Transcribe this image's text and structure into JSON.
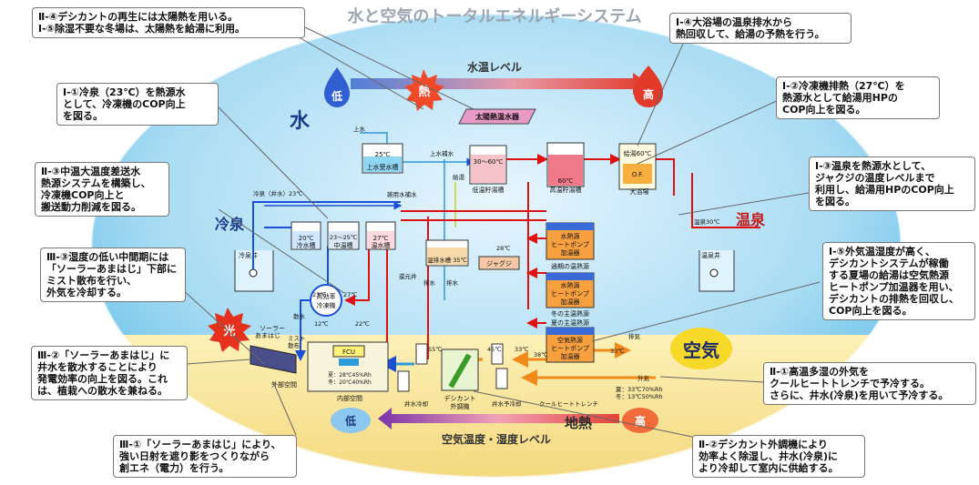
{
  "title": "水と空気のトータルエネルギーシステム",
  "scale_labels": {
    "water_level": "水温レベル",
    "air_level": "空気温度・湿度レベル",
    "low": "低",
    "high": "高",
    "heat": "熱",
    "light": "光",
    "air": "空気",
    "ground_heat": "地熱",
    "water": "水",
    "cold_spring": "冷泉",
    "hot_spring": "温泉"
  },
  "callouts": [
    {
      "id": "c1",
      "lines": [
        "Ⅱ-④デシカントの再生には太陽熱を用いる。",
        "Ⅰ-⑤除湿不要な冬場は、太陽熱を給湯に利用。"
      ]
    },
    {
      "id": "c2",
      "lines": [
        "Ⅰ-④大浴場の温泉排水から",
        "熱回収して、給湯の予熱を行う。"
      ]
    },
    {
      "id": "c3",
      "lines": [
        "Ⅰ-①冷泉（23℃）を熱源水",
        "として、冷凍機のCOP向上",
        "を図る。"
      ]
    },
    {
      "id": "c4",
      "lines": [
        "Ⅰ-②冷凍機排熱（27℃）を",
        "熱源水として給湯用HPの",
        "COP向上を図る。"
      ]
    },
    {
      "id": "c5",
      "lines": [
        "Ⅱ-③中温大温度差送水",
        "熱源システムを構築し、",
        "冷凍機COP向上と",
        "搬送動力削減を図る。"
      ]
    },
    {
      "id": "c6",
      "lines": [
        "Ⅰ-③温泉を熱源水として、",
        "ジャクジの温度レベルまで",
        "利用し、給湯用HPのCOP向上",
        "を図る。"
      ]
    },
    {
      "id": "c7",
      "lines": [
        "Ⅲ-③湿度の低い中間期には",
        "「ソーラーあまはじ」下部に",
        "ミスト散布を行い、",
        "外気を冷却する。"
      ]
    },
    {
      "id": "c8",
      "lines": [
        "Ⅰ-⑤外気温湿度が高く、",
        "デシカントシステムが稼働",
        "する夏場の給湯は空気熱源",
        "ヒートポンプ加温器を用い、",
        "デシカントの排熱を回収し、",
        "COP向上を図る。"
      ]
    },
    {
      "id": "c9",
      "lines": [
        "Ⅲ-②「ソーラーあまはじ」に",
        "井水を散水することにより",
        "発電効率の向上を図る。これ",
        "は、植栽への散水を兼ねる。"
      ]
    },
    {
      "id": "c10",
      "lines": [
        "Ⅱ-①高温多湿の外気を",
        "クールヒートトレンチで予冷する。",
        "さらに、井水(冷泉)を用いて予冷する。"
      ]
    },
    {
      "id": "c11",
      "lines": [
        "Ⅲ-①「ソーラーあまはじ」により、",
        "強い日射を遮り影をつくりながら",
        "創エネ（電力）を行う。"
      ]
    },
    {
      "id": "c12",
      "lines": [
        "Ⅱ-②デシカント外調機により",
        "効率よく除湿し、井水(冷泉)に",
        "より冷却して室内に供給する。"
      ]
    }
  ],
  "equipment": {
    "solar_collector": "太陽熱温水器",
    "water_tank_temp": "25℃",
    "water_tank": "上水受水槽",
    "low_tank_temp": "30～60℃",
    "low_tank": "低温貯湯槽",
    "high_tank_temp": "60℃",
    "high_tank": "高温貯湯槽",
    "bath_temp": "給湯60℃",
    "bath_of": "O.F.",
    "bath": "大浴場",
    "cold_tank_temp": "20℃",
    "cold_tank": "冷水槽",
    "mid_tank_temp": "23～25℃",
    "mid_tank": "中温槽",
    "warm_tank_temp": "27℃",
    "warm_tank": "温水槽",
    "waste_tank": "温排水槽 35℃",
    "jacuzzi": "ジャグジ",
    "hp_warm": [
      "水熱源",
      "ヒートポンプ",
      "加温器"
    ],
    "hp_warm_label": "通期の温熱源",
    "hp_winter": [
      "水熱源",
      "ヒートポンプ",
      "加温器"
    ],
    "hp_winter_label": "冬の主温熱源",
    "hp_summer_label": "夏の主温熱源",
    "hp_air": [
      "空気熱源",
      "ヒートポンプ",
      "加温器"
    ],
    "chiller": [
      "高効率",
      "冷凍機"
    ],
    "fcu": "FCU",
    "indoor": "内部空間",
    "outdoor": "外部空間",
    "indoor_cond": [
      "夏：28℃45%Rh",
      "冬：20℃40%Rh"
    ],
    "outdoor_cond": [
      "夏：33℃70%Rh",
      "冬：13℃50%Rh"
    ],
    "desiccant": [
      "デシカント",
      "外調機"
    ],
    "well_cooling": "井水冷却",
    "well_precool": "井水予冷却",
    "cool_trench": "クールヒートトレンチ",
    "solar_amahaji": [
      "ソーラー",
      "あまはじ"
    ],
    "mist": [
      "ミスト",
      "散布"
    ]
  },
  "pipe_labels": {
    "supply_water": "上水",
    "supply_feed": "上水補水",
    "hot_feed": "給湯",
    "cold_well": "冷泉（井水）23℃",
    "misc_well": "雑用水補水",
    "cold_well_short": "冷泉井",
    "hot_well": "温泉井",
    "hot_spring_temp": "温泉30℃",
    "return_well": "還元井",
    "drain": "排水",
    "drain2": "排水",
    "spray": "散水",
    "exhaust": "排気",
    "outside_air": "外気",
    "t23": "23℃",
    "t27": "27℃",
    "t12": "12℃",
    "t22": "22℃",
    "t28": "28℃",
    "t55": "55℃",
    "t45": "45℃",
    "t33a": "33℃",
    "t38": "38℃",
    "t33b": "33℃"
  }
}
